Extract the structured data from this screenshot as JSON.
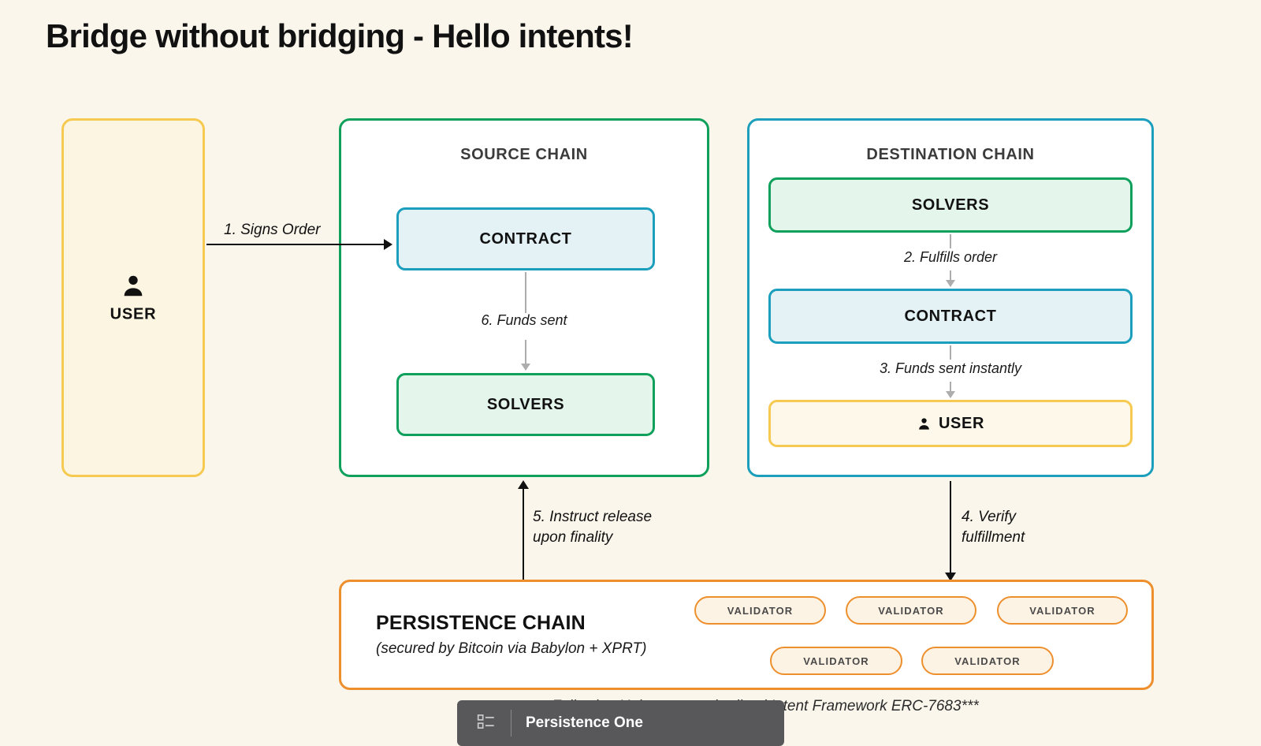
{
  "page": {
    "title": "Bridge without bridging - Hello intents!",
    "background_color": "#FAF6EB"
  },
  "colors": {
    "yellow": "#F6CA50",
    "green": "#0FA15C",
    "teal": "#1C9FBD",
    "orange": "#EE8F2E",
    "grey_connector": "#ADADAD",
    "text_dark": "#111111",
    "heading_grey": "#3B3B3B"
  },
  "user_panel": {
    "label": "USER",
    "icon": "person-icon"
  },
  "source_chain": {
    "heading": "SOURCE CHAIN",
    "contract_label": "CONTRACT",
    "solvers_label": "SOLVERS",
    "step_label": "6. Funds sent"
  },
  "destination_chain": {
    "heading": "DESTINATION CHAIN",
    "solvers_label": "SOLVERS",
    "contract_label": "CONTRACT",
    "user_label": "USER",
    "user_icon": "person-icon",
    "step_1": "2. Fulfills order",
    "step_2": "3. Funds sent instantly"
  },
  "arrows": {
    "signs_order": "1. Signs Order",
    "instruct_release_line1": "5. Instruct release",
    "instruct_release_line2": "upon finality",
    "verify_line1": "4. Verify",
    "verify_line2": "fulfillment"
  },
  "persistence_chain": {
    "title": "PERSISTENCE CHAIN",
    "subtitle": "(secured by Bitcoin via Babylon + XPRT)",
    "validators": [
      {
        "label": "VALIDATOR"
      },
      {
        "label": "VALIDATOR"
      },
      {
        "label": "VALIDATOR"
      },
      {
        "label": "VALIDATOR"
      },
      {
        "label": "VALIDATOR"
      }
    ]
  },
  "footer": {
    "note": "Following Uniswap standardized Intent Framework ERC-7683***"
  },
  "overlay_bar": {
    "title": "Persistence One",
    "icon": "list-view-icon"
  }
}
